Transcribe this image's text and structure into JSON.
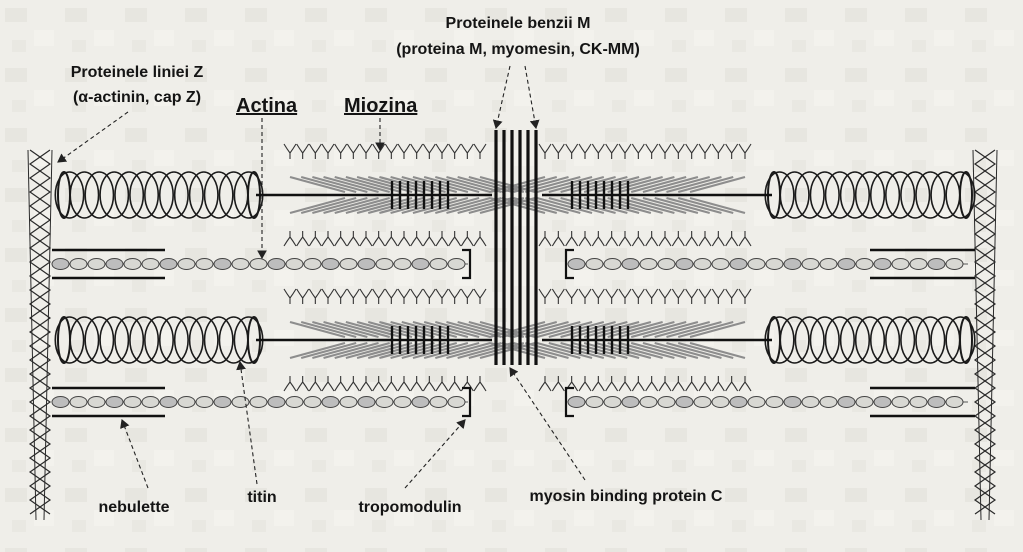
{
  "labels": {
    "z_line_title": "Proteinele liniei Z",
    "z_line_detail": "(α-actinin, cap Z)",
    "m_band_title": "Proteinele benzii M",
    "m_band_detail": "(proteina M, myomesin, CK-MM)",
    "actin": "Actina",
    "myosin": "Miozina",
    "nebulette": "nebulette",
    "titin": "titin",
    "tropomodulin": "tropomodulin",
    "mybpc": "myosin binding protein C"
  }
}
